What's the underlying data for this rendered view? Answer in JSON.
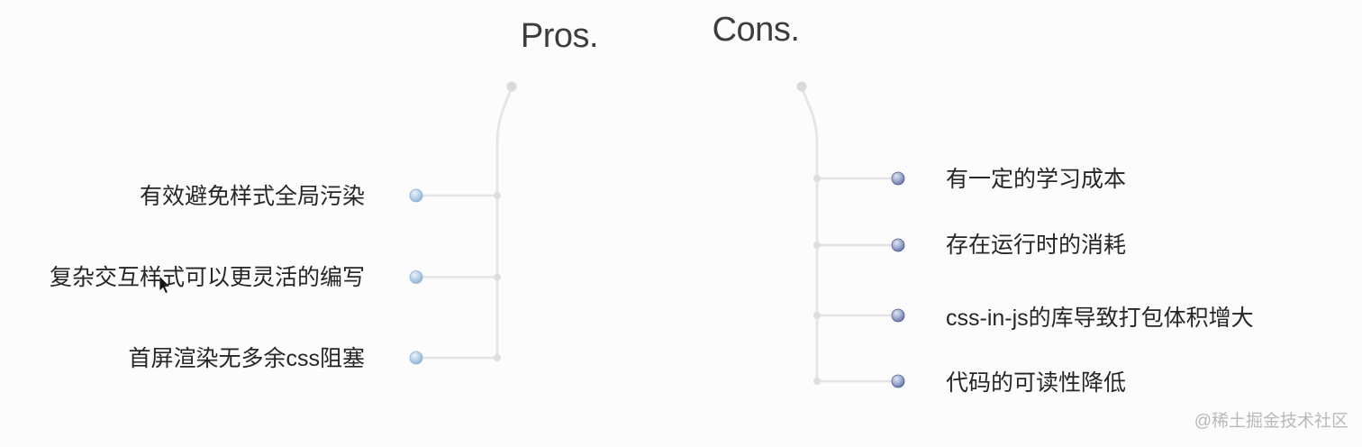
{
  "pros": {
    "title": "Pros.",
    "items": [
      {
        "label": "有效避免样式全局污染"
      },
      {
        "label": "复杂交互样式可以更灵活的编写"
      },
      {
        "label": "首屏渲染无多余css阻塞"
      }
    ]
  },
  "cons": {
    "title": "Cons.",
    "items": [
      {
        "label": "有一定的学习成本"
      },
      {
        "label": "存在运行时的消耗"
      },
      {
        "label": "css-in-js的库导致打包体积增大"
      },
      {
        "label": "代码的可读性降低"
      }
    ]
  },
  "watermark": {
    "text": "@稀土掘金技术社区"
  },
  "icons": {
    "pros_node_dot": "light-blue-sphere-bullet",
    "cons_node_dot": "dark-blue-sphere-bullet",
    "branch_anchor_dot": "gray-anchor-dot",
    "cursor": "mouse-arrow-cursor"
  },
  "colors": {
    "background": "#fcfcfc",
    "branch_blue": "#2d5ca6",
    "branch_gray": "#d9d9d9",
    "connector": "#e5e5e7",
    "pros_dot_fill": "#accae6",
    "cons_dot_fill": "#8c9bc4",
    "title_text": "#3d3d3d",
    "item_text": "#262626",
    "watermark_text": "#b9b9b9"
  }
}
